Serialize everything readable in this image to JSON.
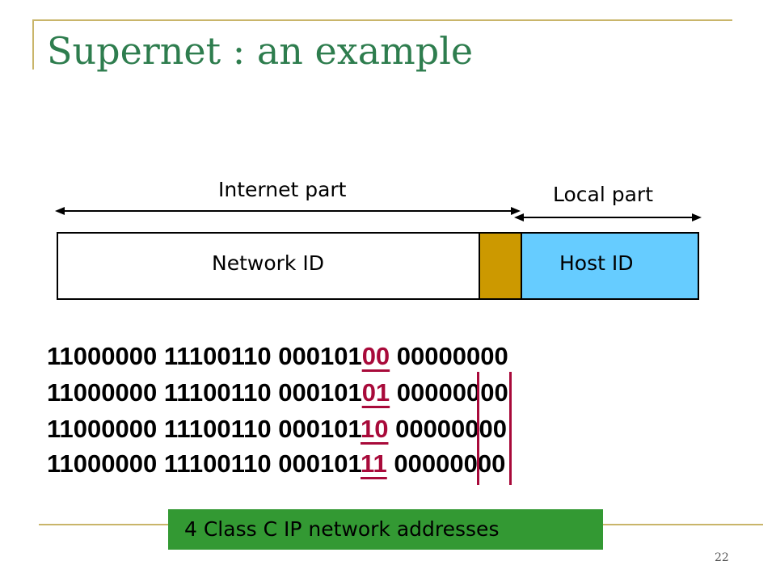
{
  "title": "Supernet : an example",
  "labels": {
    "internet_part": "Internet part",
    "local_part": "Local part"
  },
  "address_bar": {
    "network_id": "Network ID",
    "host_id": "Host ID"
  },
  "binary_rows": [
    {
      "prefix": "11000000 11100110 000101",
      "highlight": "00",
      "suffix": " 00000000"
    },
    {
      "prefix": "11000000 11100110 000101",
      "highlight": "01",
      "suffix": " 00000000"
    },
    {
      "prefix": "11000000 11100110 000101",
      "highlight": "10",
      "suffix": " 00000000"
    },
    {
      "prefix": "11000000 11100110 000101",
      "highlight": "11",
      "suffix": " 00000000"
    }
  ],
  "caption": "4  Class C IP network addresses",
  "page_number": "22",
  "colors": {
    "title": "#2e7d4e",
    "frame": "#c9b56a",
    "supernet_bits": "#cc9900",
    "host_id": "#66ccff",
    "highlight": "#a80a3a",
    "caption_bg": "#339933"
  }
}
